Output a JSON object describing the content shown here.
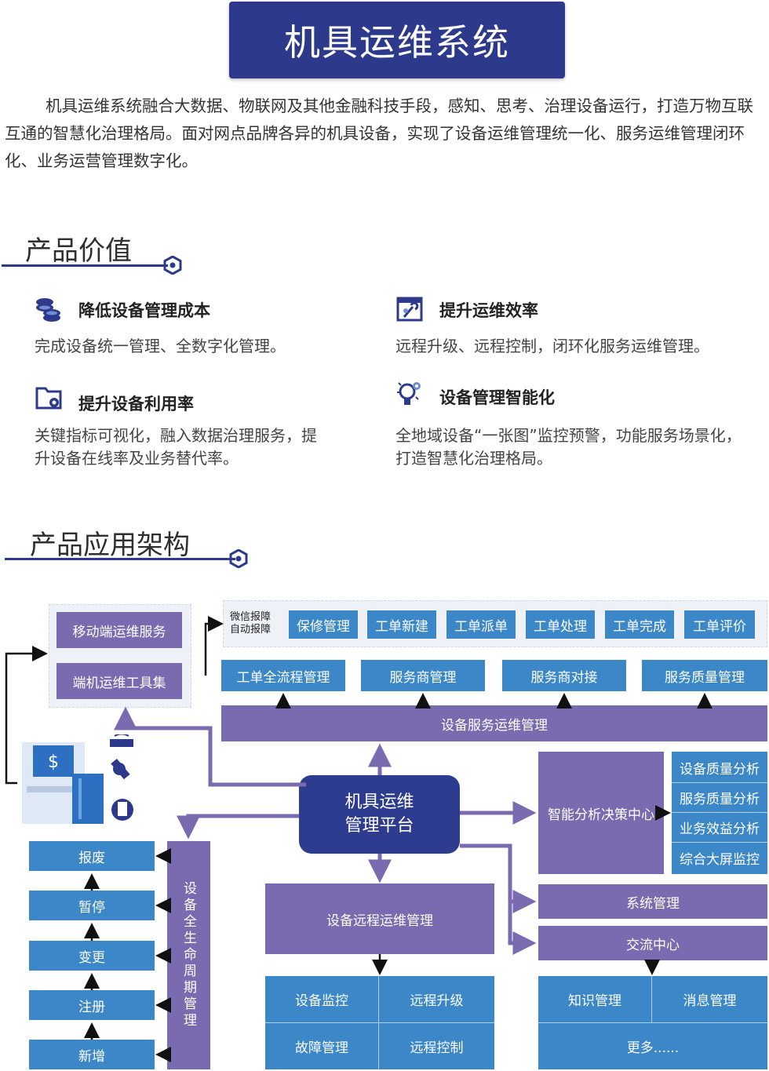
{
  "header": {
    "title": "机具运维系统"
  },
  "intro": "机具运维系统融合大数据、物联网及其他金融科技手段，感知、思考、治理设备运行，打造万物互联互通的智慧化治理格局。面对网点品牌各异的机具设备，实现了设备运维管理统一化、服务运维管理闭环化、业务运营管理数字化。",
  "value_section": {
    "title": "产品价值",
    "features": [
      {
        "icon": "coins-icon",
        "title": "降低设备管理成本",
        "desc": "完成设备统一管理、全数字化管理。"
      },
      {
        "icon": "tools-window-icon",
        "title": "提升运维效率",
        "desc": "远程升级、远程控制，闭环化服务运维管理。"
      },
      {
        "icon": "folder-gear-icon",
        "title": "提升设备利用率",
        "desc": "关键指标可视化，融入数据治理服务，提升设备在线率及业务替代率。"
      },
      {
        "icon": "lightbulb-gear-icon",
        "title": "设备管理智能化",
        "desc": "全地域设备“一张图”监控预警，功能服务场景化，打造智慧化治理格局。"
      }
    ]
  },
  "arch_section": {
    "title": "产品应用架构",
    "left_panel": [
      "移动端运维服务",
      "端机运维工具集"
    ],
    "report_label": [
      "微信报障",
      "自动报障"
    ],
    "ticket_flow": [
      "保修管理",
      "工单新建",
      "工单派单",
      "工单处理",
      "工单完成",
      "工单评价"
    ],
    "service_modules": [
      "工单全流程管理",
      "服务商管理",
      "服务商对接",
      "服务质量管理"
    ],
    "service_bar": "设备服务运维管理",
    "central": [
      "机具运维",
      "管理平台"
    ],
    "analysis_center": "智能分析决策中心",
    "analysis_items": [
      "设备质量分析",
      "服务质量分析",
      "业务效益分析",
      "综合大屏监控"
    ],
    "lifecycle_label": "设备全生命周期管理",
    "lifecycle_steps": [
      "报废",
      "暂停",
      "变更",
      "注册",
      "新增"
    ],
    "remote_center": "设备远程运维管理",
    "remote_items": [
      "设备监控",
      "远程升级",
      "故障管理",
      "远程控制"
    ],
    "system_mgmt": "系统管理",
    "exchange_center": "交流中心",
    "exchange_items": [
      "知识管理",
      "消息管理",
      "更多......"
    ],
    "colors": {
      "navy": "#2d3a8c",
      "purple": "#7a6bb0",
      "blue": "#3b87c8",
      "panel": "#eef2f8"
    }
  }
}
